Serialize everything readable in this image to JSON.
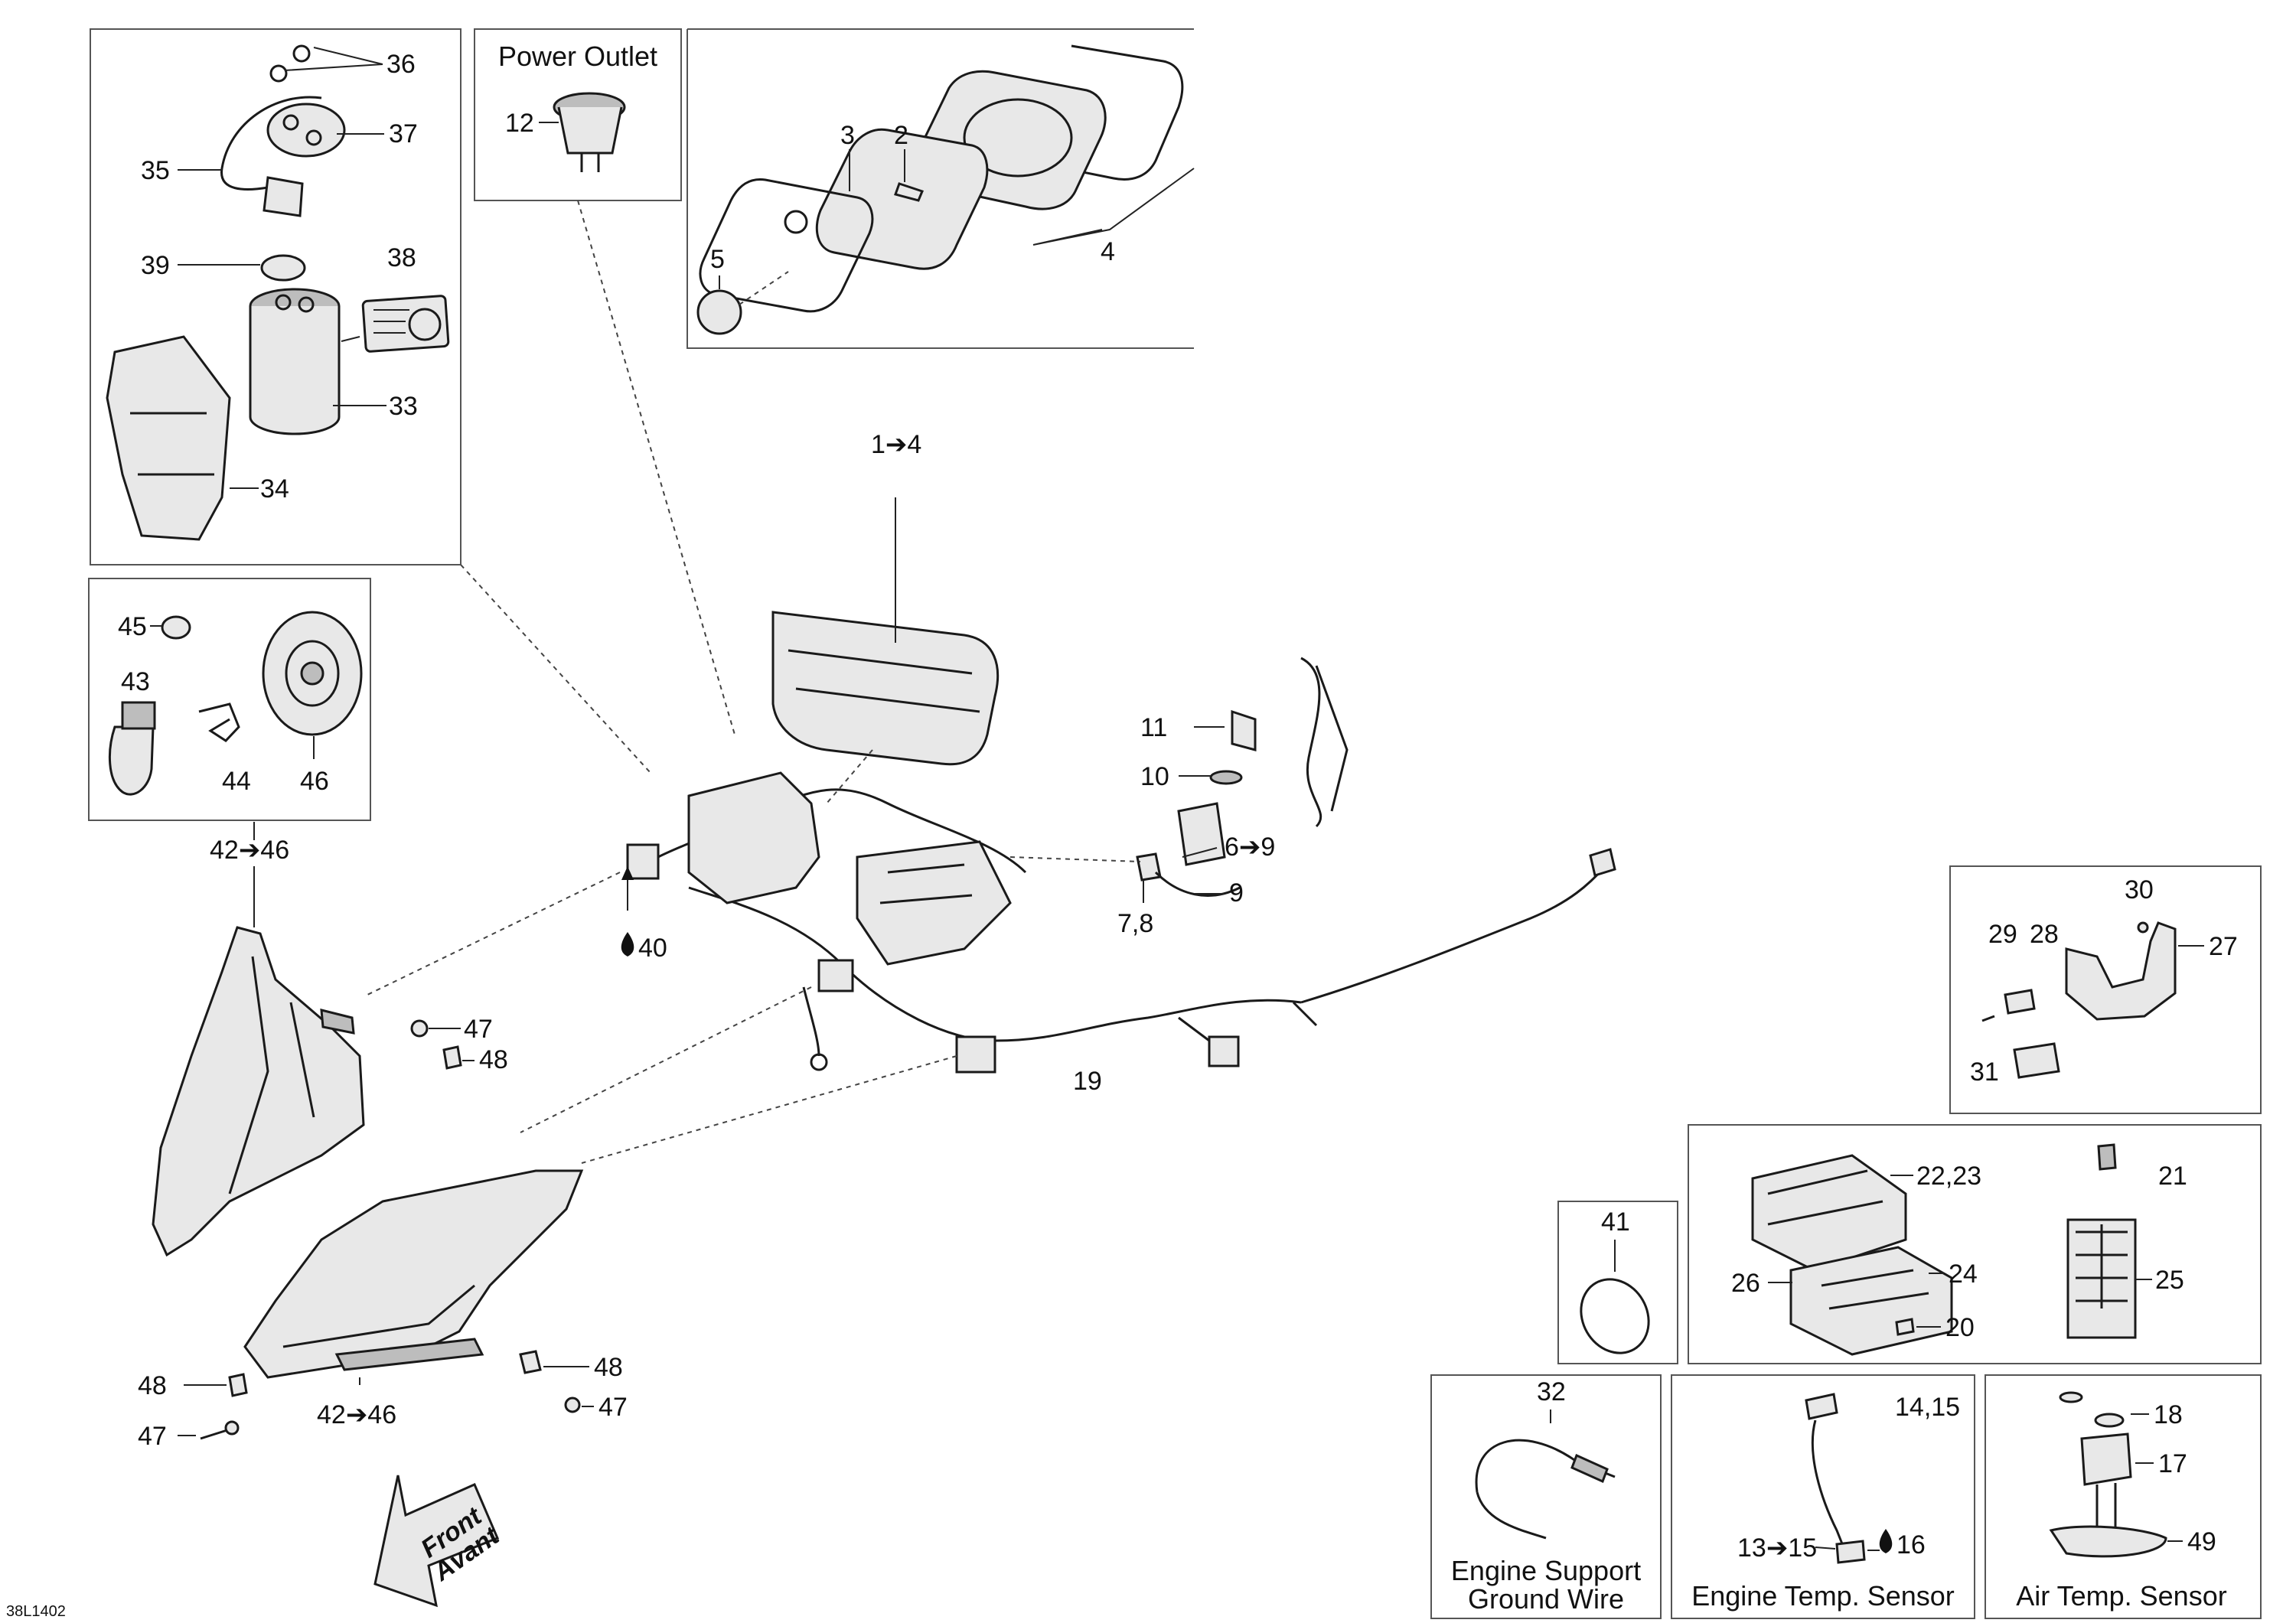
{
  "boxes": {
    "power_outlet_title": "Power Outlet",
    "engine_support_caption_1": "Engine Support",
    "engine_support_caption_2": "Ground Wire",
    "engine_temp_caption": "Engine Temp. Sensor",
    "air_temp_caption": "Air Temp. Sensor"
  },
  "callouts": {
    "c36": "36",
    "c37": "37",
    "c35": "35",
    "c39": "39",
    "c38": "38",
    "c33": "33",
    "c34": "34",
    "c12": "12",
    "c3": "3",
    "c2": "2",
    "c5": "5",
    "c4": "4",
    "c1_4": "1➔4",
    "c45": "45",
    "c43": "43",
    "c44": "44",
    "c46": "46",
    "c42_46_top": "42➔46",
    "c40": "40",
    "c11": "11",
    "c10": "10",
    "c6_9": "6➔9",
    "c9": "9",
    "c7_8": "7,8",
    "c47a": "47",
    "c48a": "48",
    "c19": "19",
    "c30": "30",
    "c29": "29",
    "c28": "28",
    "c27": "27",
    "c31": "31",
    "c22_23": "22,23",
    "c21": "21",
    "c24": "24",
    "c26": "26",
    "c25": "25",
    "c20": "20",
    "c41": "41",
    "c48b": "48",
    "c47b": "47",
    "c48c": "48",
    "c47c": "47",
    "c42_46_bot": "42➔46",
    "c32": "32",
    "c14_15": "14,15",
    "c13_15": "13➔15",
    "c16": "16",
    "c18": "18",
    "c17": "17",
    "c49": "49"
  },
  "front_arrow": {
    "line1": "Front",
    "line2": "Avant"
  },
  "footer": {
    "code": "38L1402"
  },
  "icons": [
    "drop-icon",
    "arrow-icon"
  ]
}
